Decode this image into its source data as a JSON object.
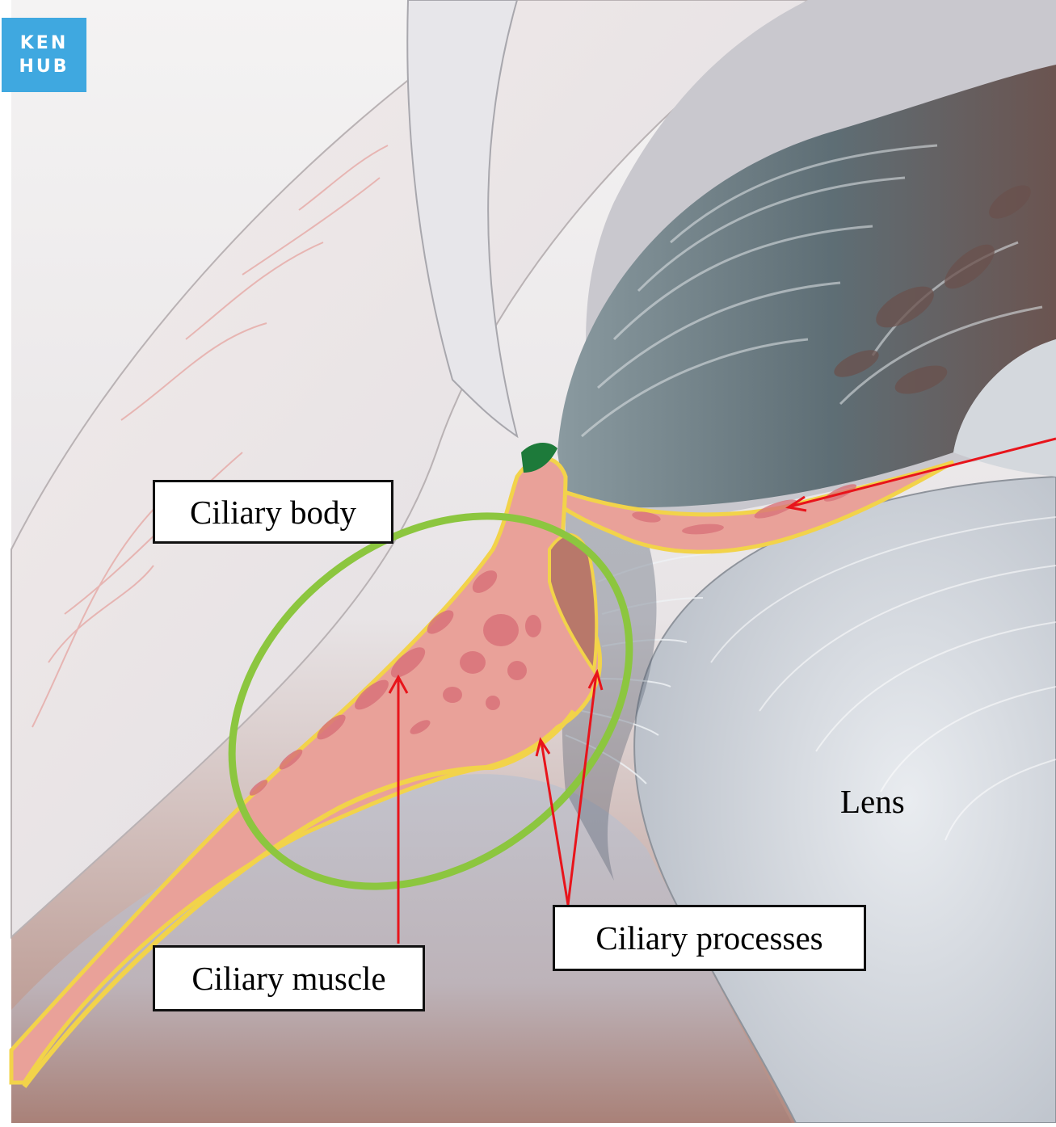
{
  "logo": {
    "line1": "KEN",
    "line2": "HUB"
  },
  "labels": {
    "ciliary_body": "Ciliary body",
    "ciliary_muscle": "Ciliary muscle",
    "ciliary_processes": "Ciliary processes",
    "lens": "Lens"
  },
  "colors": {
    "highlight_ellipse": "#8cc63f",
    "pointer_arrows": "#e8141b",
    "tissue_pink": "#e9a199",
    "tissue_yellow": "#f2d34a",
    "iris_gray": "#6f7e84",
    "lens_gray": "#c9ced6",
    "logo_blue": "#3fa8e0"
  }
}
